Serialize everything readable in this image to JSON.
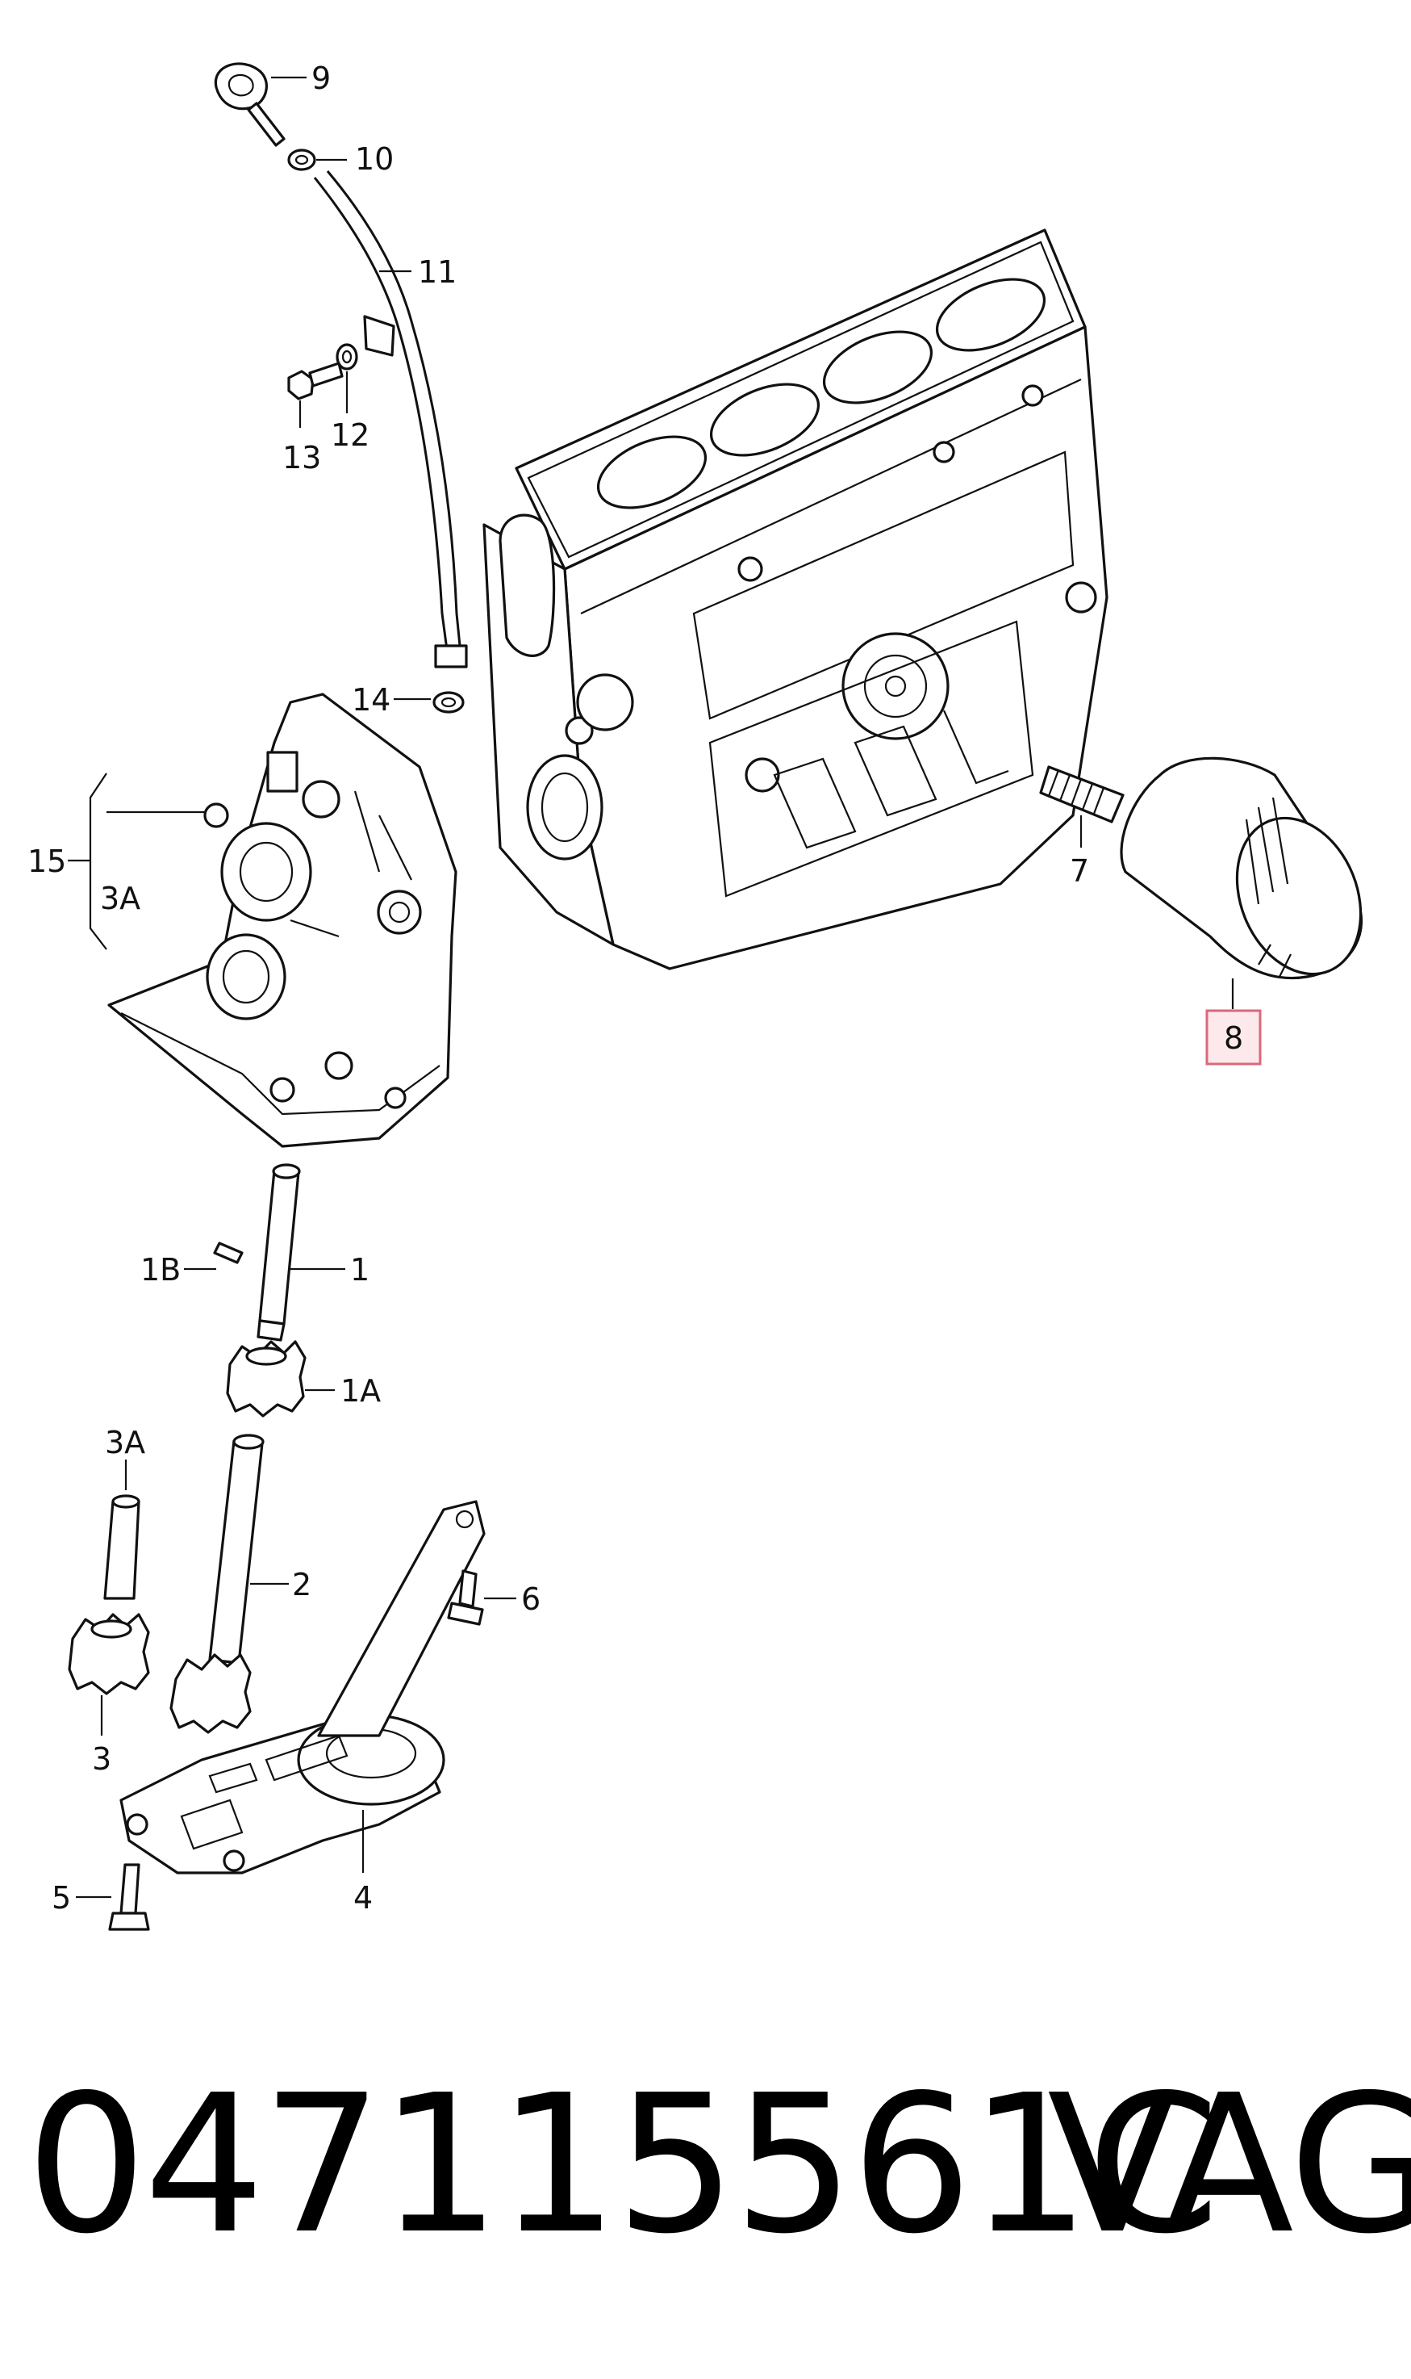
{
  "callouts": {
    "c1": "1",
    "c1a": "1A",
    "c1b": "1B",
    "c2": "2",
    "c3": "3",
    "c3a": "3A",
    "c3a_top": "3A",
    "c4": "4",
    "c5": "5",
    "c6": "6",
    "c7": "7",
    "c8": "8",
    "c9": "9",
    "c10": "10",
    "c11": "11",
    "c12": "12",
    "c13": "13",
    "c14": "14",
    "c15": "15"
  },
  "footer": {
    "part_number": "047115561C",
    "brand": "VAG"
  },
  "colors": {
    "highlight_fill": "#fde9ec",
    "highlight_stroke": "#d9697a",
    "line": "#111111"
  }
}
